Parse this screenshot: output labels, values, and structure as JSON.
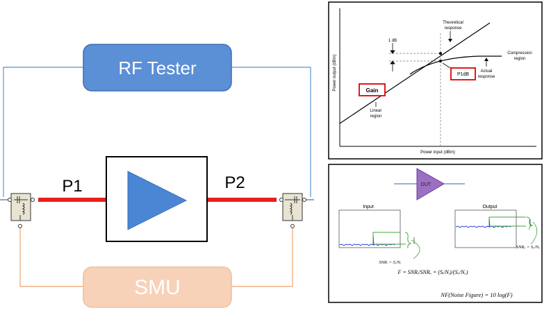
{
  "diagram": {
    "rf_tester": {
      "label": "RF Tester",
      "fill": "#5b8fd6",
      "stroke": "#3d6fb3"
    },
    "smu": {
      "label": "SMU",
      "fill": "#f7d2b8",
      "stroke": "#ecc09c",
      "text_color": "#ffffff"
    },
    "port1": {
      "label": "P1"
    },
    "port2": {
      "label": "P2"
    },
    "amplifier": {
      "fill": "#4a86d4"
    },
    "cable_color": "#e8201d",
    "rf_wire_color": "#6ea6d8",
    "dc_wire_color": "#f4b183"
  },
  "p1db_plot": {
    "xlabel": "Power input (dBm)",
    "ylabel": "Power output (dBm)",
    "labels": {
      "theoretical": [
        "Theoretical",
        "response"
      ],
      "compression": [
        "Compression",
        "region"
      ],
      "one_db": "1 dB",
      "p1db": "P1dB",
      "actual": [
        "Actual",
        "response"
      ],
      "gain": "Gain",
      "linear": [
        "Linear",
        "region"
      ]
    },
    "highlight_color": "#e00000"
  },
  "noise_figure": {
    "dut_label": "DUT",
    "dut_fill": "#9b6fc4",
    "input_title": "Input",
    "output_title": "Output",
    "snr_i": "SNRᵢ = Sᵢ/Nᵢ",
    "snr_o": "SNRₒ = Sₒ/Nₒ",
    "f_formula": "F = SNRᵢ/SNRₒ = (Sᵢ/Nᵢ)/(Sₒ/Nₒ)",
    "nf_formula": "NF(Noise Figure) = 10 log(F)",
    "noise_color": "#2a3fd0",
    "signal_color": "#3aaa35"
  }
}
